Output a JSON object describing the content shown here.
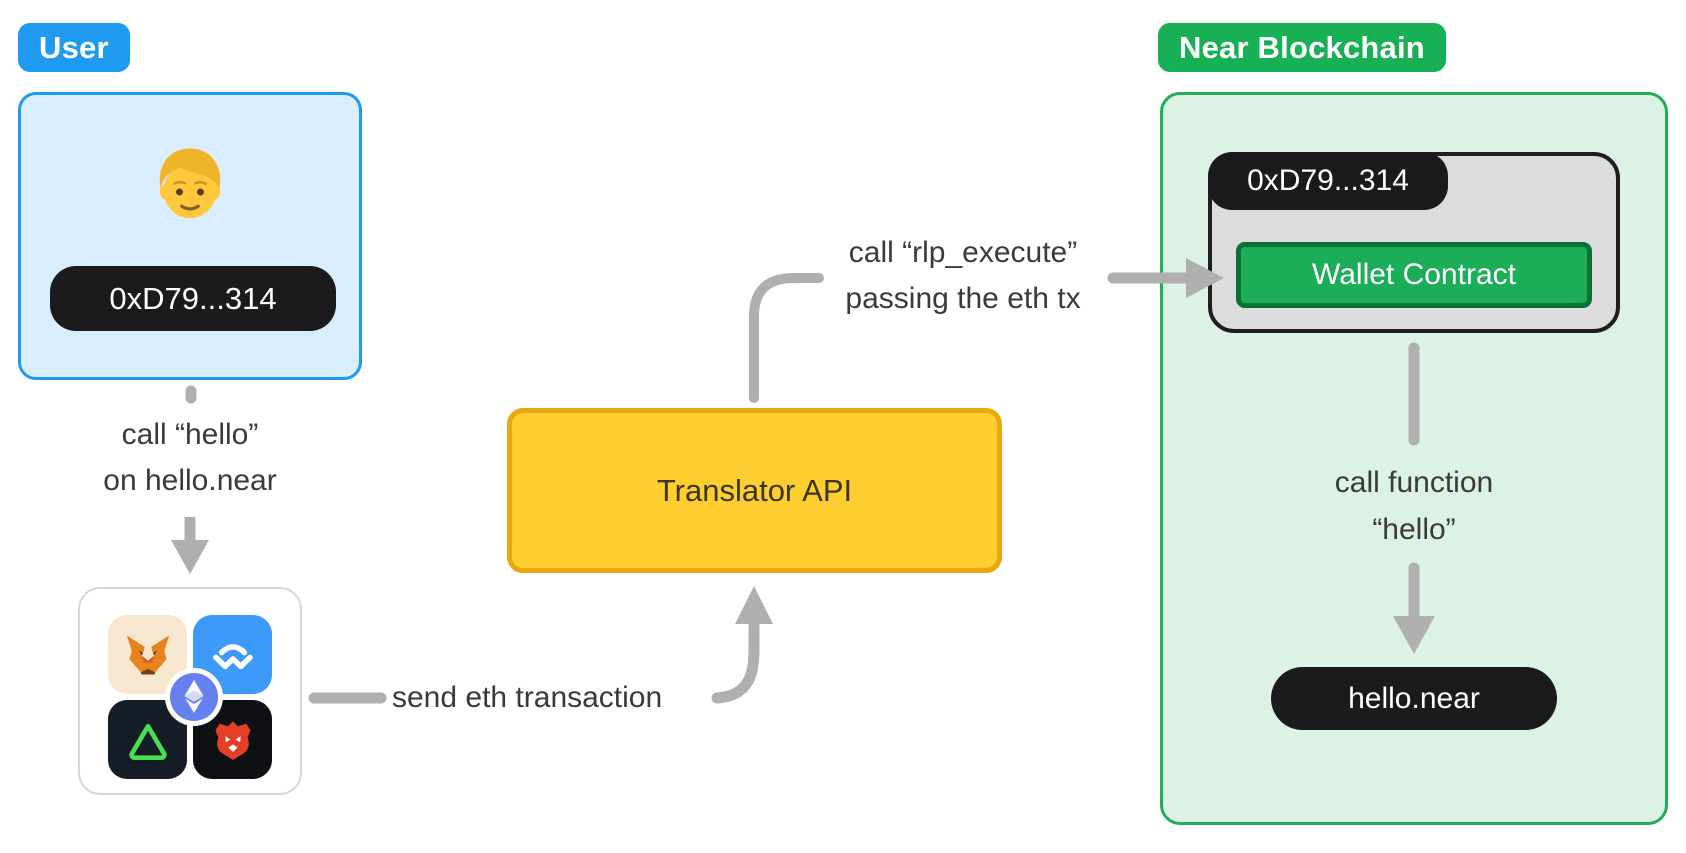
{
  "user_section": {
    "badge_label": "User",
    "address": "0xD79...314",
    "icons": [
      "person-icon",
      "metamask-icon",
      "walletconnect-icon",
      "ethereum-icon",
      "triangle-wallet-icon",
      "brave-icon"
    ]
  },
  "labels": {
    "call_hello_line1": "call “hello”",
    "call_hello_line2": "on hello.near",
    "send_eth": "send eth transaction",
    "rlp_line1": "call “rlp_execute”",
    "rlp_line2": "passing the eth tx",
    "call_function_line1": "call function",
    "call_function_line2": "“hello”"
  },
  "translator": {
    "label": "Translator API"
  },
  "near_section": {
    "badge_label": "Near Blockchain",
    "address": "0xD79...314",
    "wallet_contract_label": "Wallet Contract",
    "target_contract": "hello.near"
  },
  "colors": {
    "user_accent": "#1E9BF0",
    "user_box_fill": "#D9EDFC",
    "near_accent": "#17B054",
    "near_box_fill": "#DCF2E4",
    "near_box_border": "#25AC5B",
    "translator_fill": "#FECD2F",
    "translator_border": "#E7A90E",
    "gray_box_fill": "#DCDCDC",
    "gray_box_border": "#1E1E1E",
    "contract_green": "#1CAD59",
    "contract_border": "#0A7034",
    "pill_black": "#1B1B1D",
    "arrow_gray": "#AFAFAF",
    "label_text": "#3A3A3A"
  }
}
